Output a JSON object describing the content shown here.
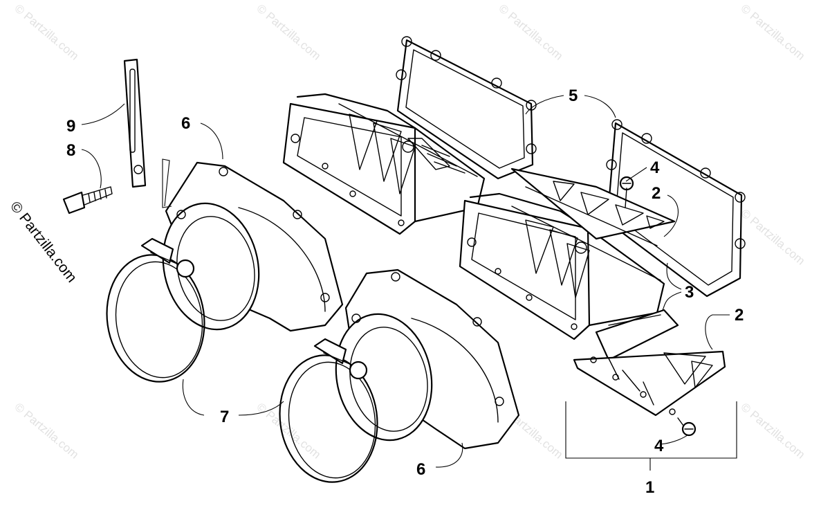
{
  "diagram": {
    "watermark": "© Partzilla.com",
    "side_watermark": "© Partzilla.com",
    "callouts": {
      "c1": "1",
      "c2a": "2",
      "c2b": "2",
      "c3": "3",
      "c4a": "4",
      "c4b": "4",
      "c5": "5",
      "c6a": "6",
      "c6b": "6",
      "c7": "7",
      "c8": "8",
      "c9": "9"
    }
  }
}
